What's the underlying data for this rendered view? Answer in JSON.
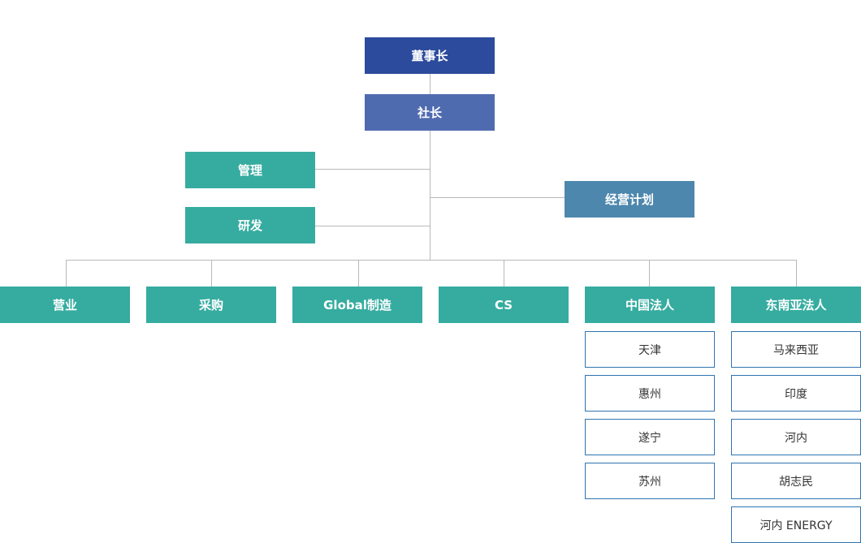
{
  "chart": {
    "chairman": "董事长",
    "president": "社长",
    "staff_left": [
      "管理",
      "研发"
    ],
    "staff_right": "经营计划",
    "departments": [
      "营业",
      "采购",
      "Global制造",
      "CS",
      "中国法人",
      "东南亚法人"
    ],
    "china_subsidiaries": [
      "天津",
      "惠州",
      "遂宁",
      "苏州"
    ],
    "sea_subsidiaries": [
      "马来西亚",
      "印度",
      "河内",
      "胡志民",
      "河内 ENERGY"
    ]
  },
  "colors": {
    "chairman": "#2c4b9c",
    "president": "#4f6bb0",
    "department": "#36aca0",
    "planning": "#4e87ad",
    "connector": "#b9b9b9",
    "subsidiary_border": "#2f74b0"
  }
}
